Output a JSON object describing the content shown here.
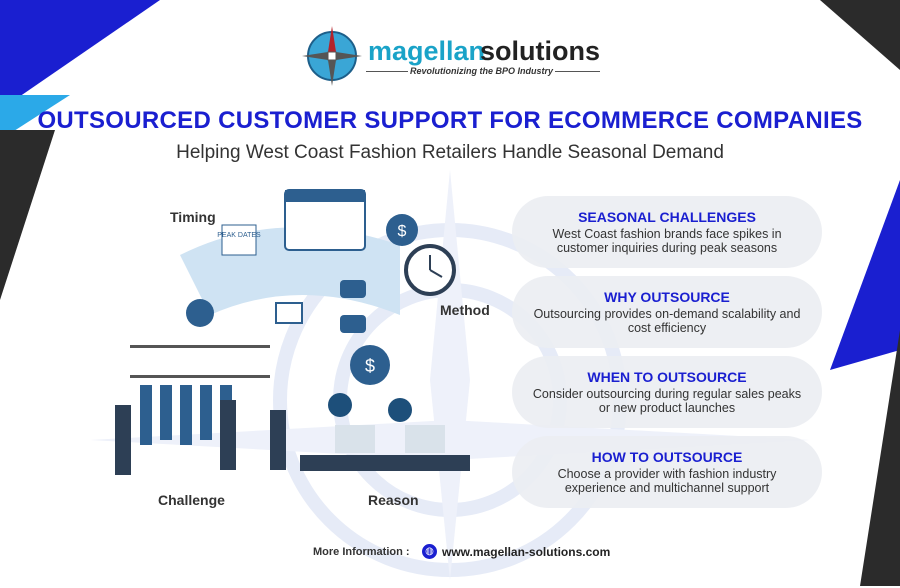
{
  "brand": {
    "name_part1": "magellan",
    "name_part2": "solutions",
    "tagline": "Revolutionizing the BPO Industry"
  },
  "header": {
    "title": "OUTSOURCED CUSTOMER SUPPORT FOR ECOMMERCE COMPANIES",
    "subtitle": "Helping West Coast Fashion Retailers Handle Seasonal Demand"
  },
  "illustration": {
    "labels": {
      "timing": "Timing",
      "method": "Method",
      "challenge": "Challenge",
      "reason": "Reason"
    },
    "calendar_tag": "PEAK DATES"
  },
  "cards": [
    {
      "title": "SEASONAL CHALLENGES",
      "text": "West Coast fashion brands face spikes in customer inquiries during peak seasons"
    },
    {
      "title": "WHY OUTSOURCE",
      "text": "Outsourcing provides on-demand scalability and cost efficiency"
    },
    {
      "title": "WHEN TO OUTSOURCE",
      "text": "Consider outsourcing during regular sales peaks or new product launches"
    },
    {
      "title": "HOW TO OUTSOURCE",
      "text": "Choose a provider with fashion industry experience and multichannel support"
    }
  ],
  "footer": {
    "label": "More Information :",
    "url": "www.magellan-solutions.com"
  },
  "colors": {
    "accent": "#1a1fd0",
    "brand": "#1aa3c8",
    "dark": "#2b2b2b"
  }
}
